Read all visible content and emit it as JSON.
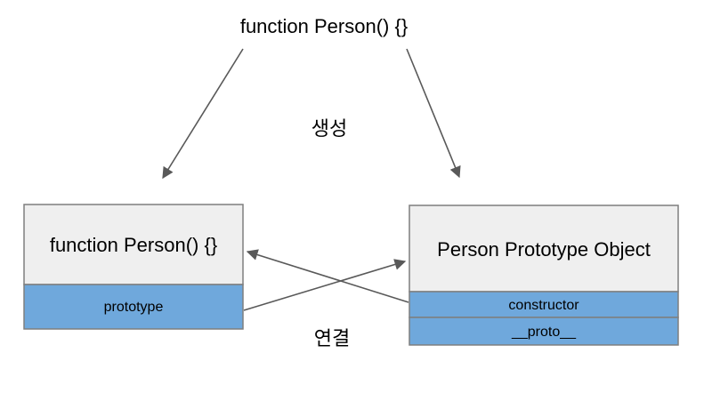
{
  "diagram": {
    "top_label": "function Person() {}",
    "create_label": "생성",
    "link_label": "연결",
    "left_box": {
      "title": "function Person() {}",
      "rows": [
        "prototype"
      ]
    },
    "right_box": {
      "title": "Person Prototype Object",
      "rows": [
        "constructor",
        "__proto__"
      ]
    }
  },
  "colors": {
    "background": "#ffffff",
    "box_fill": "#efefef",
    "row_fill": "#6fa8dc",
    "border": "#7f7f7f",
    "arrow": "#595959",
    "text": "#000000"
  }
}
